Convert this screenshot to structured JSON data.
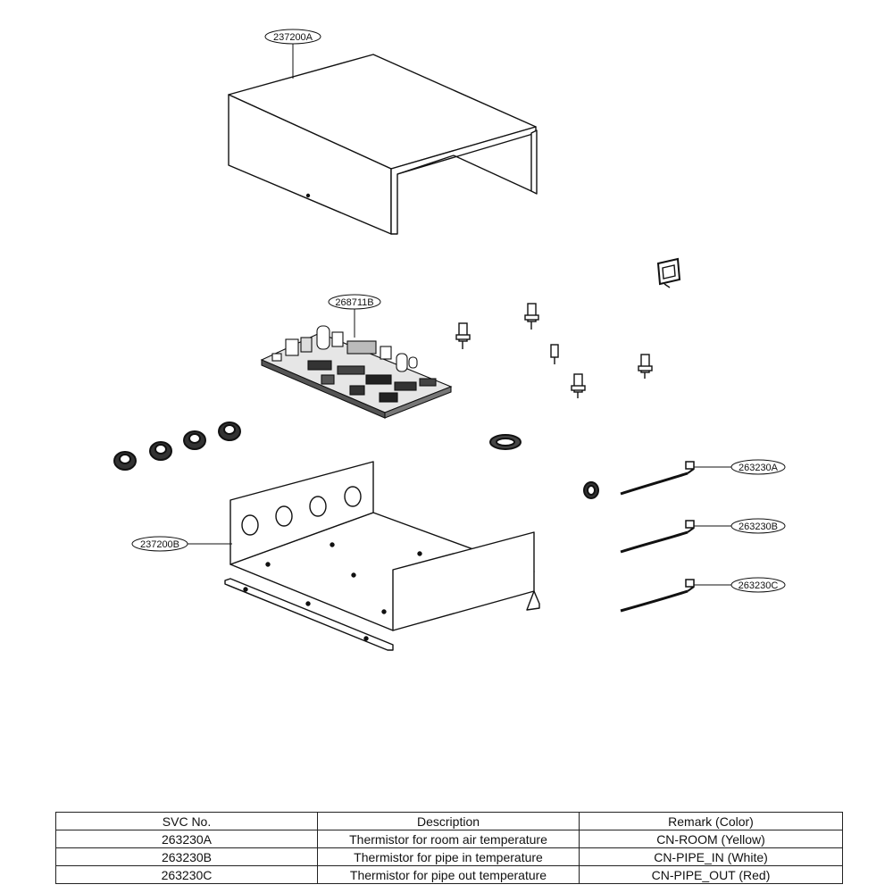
{
  "callouts": {
    "top_cover": "237200A",
    "pcb": "268711B",
    "bottom_case": "237200B",
    "thermistor_a": "263230A",
    "thermistor_b": "263230B",
    "thermistor_c": "263230C"
  },
  "table": {
    "headers": [
      "SVC No.",
      "Description",
      "Remark (Color)"
    ],
    "rows": [
      [
        "263230A",
        "Thermistor for room air temperature",
        "CN-ROOM (Yellow)"
      ],
      [
        "263230B",
        "Thermistor for pipe in temperature",
        "CN-PIPE_IN (White)"
      ],
      [
        "263230C",
        "Thermistor for pipe out temperature",
        "CN-PIPE_OUT (Red)"
      ]
    ]
  }
}
